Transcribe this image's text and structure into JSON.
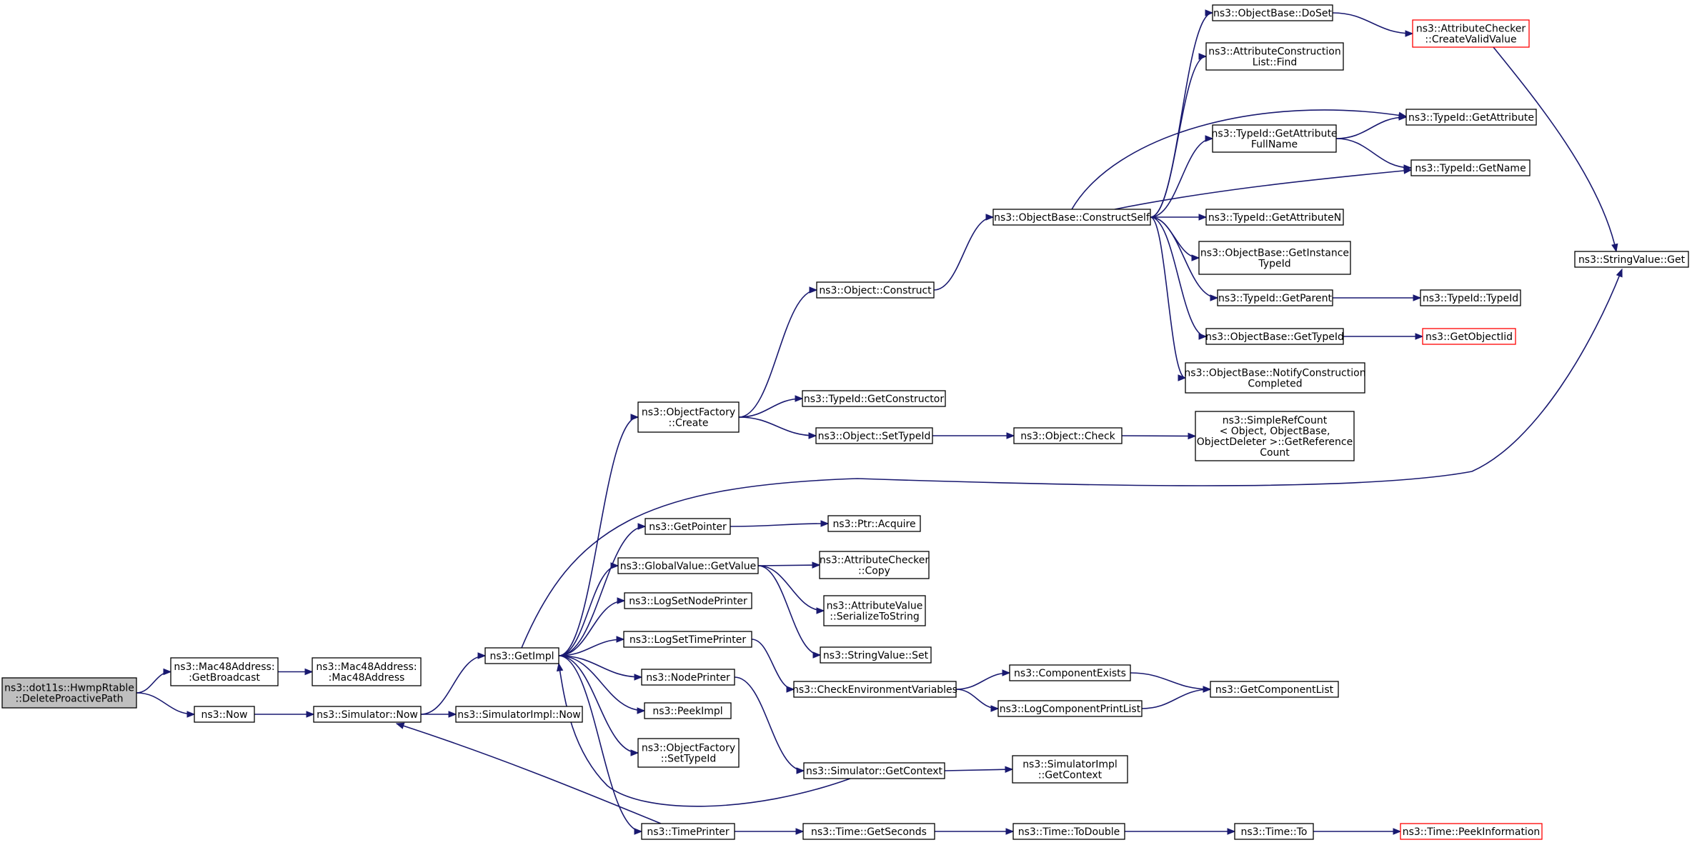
{
  "nodes": [
    {
      "id": "delete",
      "lines": [
        "ns3::dot11s::HwmpRtable",
        "::DeleteProactivePath"
      ],
      "style": "focus"
    },
    {
      "id": "getbroadcast",
      "lines": [
        "ns3::Mac48Address:",
        ":GetBroadcast"
      ]
    },
    {
      "id": "mac48",
      "lines": [
        "ns3::Mac48Address:",
        ":Mac48Address"
      ]
    },
    {
      "id": "now",
      "lines": [
        "ns3::Now"
      ]
    },
    {
      "id": "simnow",
      "lines": [
        "ns3::Simulator::Now"
      ]
    },
    {
      "id": "simimplnow",
      "lines": [
        "ns3::SimulatorImpl::Now"
      ]
    },
    {
      "id": "getimpl",
      "lines": [
        "ns3::GetImpl"
      ]
    },
    {
      "id": "ofcreate",
      "lines": [
        "ns3::ObjectFactory",
        "::Create"
      ]
    },
    {
      "id": "objconstruct",
      "lines": [
        "ns3::Object::Construct"
      ]
    },
    {
      "id": "constructself",
      "lines": [
        "ns3::ObjectBase::ConstructSelf"
      ]
    },
    {
      "id": "doset",
      "lines": [
        "ns3::ObjectBase::DoSet"
      ]
    },
    {
      "id": "createvalid",
      "lines": [
        "ns3::AttributeChecker",
        "::CreateValidValue"
      ],
      "style": "red"
    },
    {
      "id": "aclfind",
      "lines": [
        "ns3::AttributeConstruction",
        "List::Find"
      ]
    },
    {
      "id": "getattribute",
      "lines": [
        "ns3::TypeId::GetAttribute"
      ]
    },
    {
      "id": "getattrfullname",
      "lines": [
        "ns3::TypeId::GetAttribute",
        "FullName"
      ]
    },
    {
      "id": "getname",
      "lines": [
        "ns3::TypeId::GetName"
      ]
    },
    {
      "id": "getattrn",
      "lines": [
        "ns3::TypeId::GetAttributeN"
      ]
    },
    {
      "id": "getinstancetid",
      "lines": [
        "ns3::ObjectBase::GetInstance",
        "TypeId"
      ]
    },
    {
      "id": "getparent",
      "lines": [
        "ns3::TypeId::GetParent"
      ]
    },
    {
      "id": "typeidctor",
      "lines": [
        "ns3::TypeId::TypeId"
      ]
    },
    {
      "id": "gettypeid",
      "lines": [
        "ns3::ObjectBase::GetTypeId"
      ]
    },
    {
      "id": "getobjectiid",
      "lines": [
        "ns3::GetObjectIid"
      ],
      "style": "red"
    },
    {
      "id": "notifycc",
      "lines": [
        "ns3::ObjectBase::NotifyConstruction",
        "Completed"
      ]
    },
    {
      "id": "stringget",
      "lines": [
        "ns3::StringValue::Get"
      ]
    },
    {
      "id": "getconstructor",
      "lines": [
        "ns3::TypeId::GetConstructor"
      ]
    },
    {
      "id": "settypeid",
      "lines": [
        "ns3::Object::SetTypeId"
      ]
    },
    {
      "id": "objcheck",
      "lines": [
        "ns3::Object::Check"
      ]
    },
    {
      "id": "getrefcount",
      "lines": [
        "ns3::SimpleRefCount",
        "< Object, ObjectBase,",
        "ObjectDeleter >::GetReference",
        "Count"
      ]
    },
    {
      "id": "getpointer",
      "lines": [
        "ns3::GetPointer"
      ]
    },
    {
      "id": "ptracquire",
      "lines": [
        "ns3::Ptr::Acquire"
      ]
    },
    {
      "id": "gvgetvalue",
      "lines": [
        "ns3::GlobalValue::GetValue"
      ]
    },
    {
      "id": "accopy",
      "lines": [
        "ns3::AttributeChecker",
        "::Copy"
      ]
    },
    {
      "id": "avserialize",
      "lines": [
        "ns3::AttributeValue",
        "::SerializeToString"
      ]
    },
    {
      "id": "stringset",
      "lines": [
        "ns3::StringValue::Set"
      ]
    },
    {
      "id": "logsetnode",
      "lines": [
        "ns3::LogSetNodePrinter"
      ]
    },
    {
      "id": "logsettime",
      "lines": [
        "ns3::LogSetTimePrinter"
      ]
    },
    {
      "id": "checkenv",
      "lines": [
        "ns3::CheckEnvironmentVariables"
      ]
    },
    {
      "id": "compexists",
      "lines": [
        "ns3::ComponentExists"
      ]
    },
    {
      "id": "getcomplist",
      "lines": [
        "ns3::GetComponentList"
      ]
    },
    {
      "id": "logcompprint",
      "lines": [
        "ns3::LogComponentPrintList"
      ]
    },
    {
      "id": "nodeprinter",
      "lines": [
        "ns3::NodePrinter"
      ]
    },
    {
      "id": "peekimpl",
      "lines": [
        "ns3::PeekImpl"
      ]
    },
    {
      "id": "ofsettypeid",
      "lines": [
        "ns3::ObjectFactory",
        "::SetTypeId"
      ]
    },
    {
      "id": "simgetcontext",
      "lines": [
        "ns3::Simulator::GetContext"
      ]
    },
    {
      "id": "simimplgetctx",
      "lines": [
        "ns3::SimulatorImpl",
        "::GetContext"
      ]
    },
    {
      "id": "timeprinter",
      "lines": [
        "ns3::TimePrinter"
      ]
    },
    {
      "id": "timegetseconds",
      "lines": [
        "ns3::Time::GetSeconds"
      ]
    },
    {
      "id": "timetodouble",
      "lines": [
        "ns3::Time::ToDouble"
      ]
    },
    {
      "id": "timeto",
      "lines": [
        "ns3::Time::To"
      ]
    },
    {
      "id": "peekinfo",
      "lines": [
        "ns3::Time::PeekInformation"
      ],
      "style": "red"
    }
  ],
  "edges": [
    [
      "delete",
      "getbroadcast"
    ],
    [
      "delete",
      "now"
    ],
    [
      "getbroadcast",
      "mac48"
    ],
    [
      "now",
      "simnow"
    ],
    [
      "simnow",
      "getimpl"
    ],
    [
      "simnow",
      "simimplnow"
    ],
    [
      "getimpl",
      "ofcreate"
    ],
    [
      "getimpl",
      "stringget"
    ],
    [
      "getimpl",
      "getpointer"
    ],
    [
      "getimpl",
      "gvgetvalue"
    ],
    [
      "getimpl",
      "logsetnode"
    ],
    [
      "getimpl",
      "logsettime"
    ],
    [
      "getimpl",
      "nodeprinter"
    ],
    [
      "getimpl",
      "peekimpl"
    ],
    [
      "getimpl",
      "ofsettypeid"
    ],
    [
      "getimpl",
      "timeprinter"
    ],
    [
      "ofcreate",
      "objconstruct"
    ],
    [
      "ofcreate",
      "getconstructor"
    ],
    [
      "ofcreate",
      "settypeid"
    ],
    [
      "objconstruct",
      "constructself"
    ],
    [
      "constructself",
      "doset"
    ],
    [
      "constructself",
      "aclfind"
    ],
    [
      "constructself",
      "getattribute"
    ],
    [
      "constructself",
      "getattrfullname"
    ],
    [
      "constructself",
      "getname"
    ],
    [
      "constructself",
      "getattrn"
    ],
    [
      "constructself",
      "getinstancetid"
    ],
    [
      "constructself",
      "getparent"
    ],
    [
      "constructself",
      "gettypeid"
    ],
    [
      "constructself",
      "notifycc"
    ],
    [
      "doset",
      "createvalid"
    ],
    [
      "createvalid",
      "stringget"
    ],
    [
      "getattrfullname",
      "getattribute"
    ],
    [
      "getattrfullname",
      "getname"
    ],
    [
      "getparent",
      "typeidctor"
    ],
    [
      "gettypeid",
      "getobjectiid"
    ],
    [
      "settypeid",
      "objcheck"
    ],
    [
      "objcheck",
      "getrefcount"
    ],
    [
      "getpointer",
      "ptracquire"
    ],
    [
      "gvgetvalue",
      "accopy"
    ],
    [
      "gvgetvalue",
      "avserialize"
    ],
    [
      "gvgetvalue",
      "stringset"
    ],
    [
      "logsettime",
      "checkenv"
    ],
    [
      "checkenv",
      "compexists"
    ],
    [
      "checkenv",
      "logcompprint"
    ],
    [
      "compexists",
      "getcomplist"
    ],
    [
      "logcompprint",
      "getcomplist"
    ],
    [
      "nodeprinter",
      "simgetcontext"
    ],
    [
      "simgetcontext",
      "getimpl"
    ],
    [
      "simgetcontext",
      "simimplgetctx"
    ],
    [
      "timeprinter",
      "simnow"
    ],
    [
      "timeprinter",
      "timegetseconds"
    ],
    [
      "timegetseconds",
      "timetodouble"
    ],
    [
      "timetodouble",
      "timeto"
    ],
    [
      "timeto",
      "peekinfo"
    ]
  ]
}
